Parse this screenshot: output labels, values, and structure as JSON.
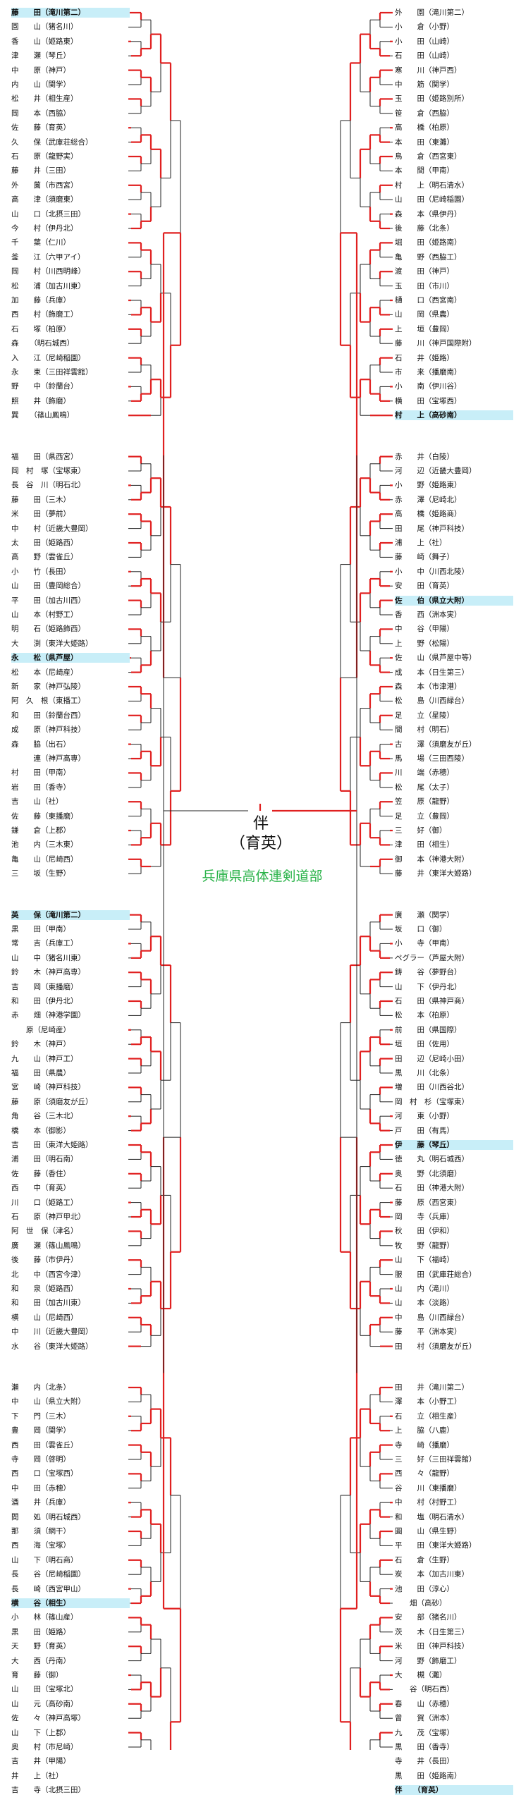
{
  "colors": {
    "win": "#e02020",
    "line": "#222222",
    "highlight": "#c8eef8",
    "org": "#2bb34a"
  },
  "champion": {
    "name": "伴",
    "school": "（育英）"
  },
  "organizer": "兵庫県高体連剣道部",
  "left_entries": [
    "藤　　田（滝川第二）",
    "園　　山（猪名川）",
    "香　　山（姫路東）",
    "津　　瀬（琴丘）",
    "中　　原（神戸）",
    "内　　山（関学）",
    "松　　井（相生産）",
    "岡　　本（西脇）",
    "佐　　藤（育英）",
    "久　　保（武庫荘総合）",
    "石　　原（龍野実）",
    "藤　　井（三田）",
    "外　　薗（市西宮）",
    "高　　津（須磨東）",
    "山　　口（北摂三田）",
    "今　　村（伊丹北）",
    "千　　葉（仁川）",
    "釜　　江（六甲アイ）",
    "岡　　村（川西明峰）",
    "松　　浦（加古川東）",
    "加　　藤（兵庫）",
    "西　　村（飾磨工）",
    "石　　塚（柏原）",
    "森　　（明石城西）",
    "入　　江（尼崎稲園）",
    "永　　束（三田祥雲館）",
    "野　　中（鈴蘭台）",
    "照　　井（飾磨）",
    "巽　　（篠山鳳鳴）",
    "福　　田（県西宮）",
    "岡　村　塚（宝塚東）",
    "長　谷　川（明石北）",
    "藤　　田（三木）",
    "米　　田（夢前）",
    "中　　村（近畿大豊岡）",
    "太　　田（姫路西）",
    "高　　野（雲雀丘）",
    "小　　竹（長田）",
    "山　　田（豊岡総合）",
    "平　　田（加古川西）",
    "山　　本（村野工）",
    "明　　石（姫路飾西）",
    "大　　渕（東洋大姫路）",
    "永　　松（県芦屋）",
    "松　　本（尼崎産）",
    "新　　家（神戸弘陵）",
    "阿　久　根（東播工）",
    "和　　田（鈴蘭台西）",
    "成　　原（神戸科技）",
    "森　　脇（出石）",
    "　　　連（神戸高専）",
    "村　　田（甲南）",
    "岩　　田（香寺）",
    "吉　　山（社）",
    "佐　　藤（東播磨）",
    "鎌　　倉（上郡）",
    "池　　内（三木東）",
    "亀　　山（尼崎西）",
    "三　　坂（生野）",
    "英　　保（滝川第二）",
    "黒　　田（甲南）",
    "常　　吉（兵庫工）",
    "山　　中（猪名川東）",
    "鈴　　木（神戸高専）",
    "吉　　岡（東播磨）",
    "和　　田（伊丹北）",
    "赤　　畑（神港学園）",
    "　　原（尼崎産）",
    "鈴　　木（神戸）",
    "九　　山（神戸工）",
    "福　　田（県農）",
    "宮　　崎（神戸科技）",
    "藤　　原（須磨友が丘）",
    "角　　谷（三木北）",
    "橋　　本（御影）",
    "吉　　田（東洋大姫路）",
    "浦　　田（明石南）",
    "佐　　藤（香住）",
    "西　　中（育英）",
    "川　　口（姫路工）",
    "石　　原（神戸甲北）",
    "阿　世　保（津名）",
    "廣　　瀬（篠山鳳鳴）",
    "後　　藤（市伊丹）",
    "北　　中（西宮今津）",
    "和　　泉（姫路西）",
    "和　　田（加古川東）",
    "横　　山（尼崎西）",
    "中　　川（近畿大豊岡）",
    "水　　谷（東洋大姫路）",
    "瀬　　内（北条）",
    "中　　山（県立大附）",
    "下　　門（三木）",
    "豊　　岡（関学）",
    "西　　田（雲雀丘）",
    "寺　　岡（啓明）",
    "西　　口（宝塚西）",
    "中　　田（赤穂）",
    "酒　　井（兵庫）",
    "間　　処（明石城西）",
    "那　　須（網干）",
    "西　　海（宝塚）",
    "山　　下（明石商）",
    "長　　谷（尼崎稲園）",
    "長　　崎（西宮甲山）",
    "横　　谷（相生）",
    "小　　林（篠山産）",
    "黒　　田（姫路）",
    "天　　野（育英）",
    "大　　西（丹南）",
    "育　　藤（御）",
    "山　　田（宝塚北）",
    "山　　元（高砂南）",
    "佐　　々（神戸高塚）",
    "山　　下（上郡）",
    "奥　　村（市尼崎）",
    "吉　　井（甲陽）",
    "井　　上（社）",
    "吉　　寺（北摂三田）"
  ],
  "right_entries": [
    "外　　園（滝川第二）",
    "小　　倉（小野）",
    "小　　田（山崎）",
    "石　　田（山崎）",
    "寒　　川（神戸西）",
    "中　　筋（関学）",
    "玉　　田（姫路別所）",
    "笹　　倉（西脇）",
    "高　　橋（柏原）",
    "本　　田（東灘）",
    "鳥　　倉（西宮東）",
    "本　　間（甲南）",
    "村　　上（明石清水）",
    "山　　田（尼崎稲園）",
    "森　　本（県伊丹）",
    "後　　藤（北条）",
    "堀　　田（姫路南）",
    "亀　　野（西脇工）",
    "渡　　田（神戸）",
    "玉　　田（市川）",
    "樋　　口（西宮南）",
    "山　　岡（県農）",
    "上　　垣（豊岡）",
    "藤　　川（神戸国際附）",
    "石　　井（姫路）",
    "市　　来（播磨南）",
    "小　　南（伊川谷）",
    "横　　田（宝塚西）",
    "村　　上（高砂南）",
    "赤　　井（白陵）",
    "河　　辺（近畿大豊岡）",
    "小　　野（姫路東）",
    "赤　　澤（尼崎北）",
    "高　　橋（姫路商）",
    "田　　尾（神戸科技）",
    "浦　　上（社）",
    "藤　　崎（舞子）",
    "小　　中（川西北陵）",
    "安　　田（育英）",
    "佐　　伯（県立大附）",
    "香　　西（洲本実）",
    "中　　谷（甲陽）",
    "上　　野（松陽）",
    "佐　　山（県芦屋中等）",
    "成　　本（日生第三）",
    "森　　本（市津港）",
    "松　　島（川西緑台）",
    "足　　立（星陵）",
    "間　　村（明石）",
    "古　　澤（須磨友が丘）",
    "馬　　場（三田西陵）",
    "川　　端（赤穂）",
    "松　　尾（太子）",
    "笠　　原（龍野）",
    "足　　立（豊岡）",
    "三　　好（御）",
    "津　　田（相生）",
    "御　　本（神港大附）",
    "藤　　井（東洋大姫路）",
    "廣　　瀬（関学）",
    "坂　　口（御）",
    "小　　寺（甲南）",
    "ペグラー（芦屋大附）",
    "鋳　　谷（夢野台）",
    "山　　下（伊丹北）",
    "石　　田（県神戸商）",
    "松　　本（柏原）",
    "前　　田（県国際）",
    "垣　　田（佐用）",
    "田　　辺（尼崎小田）",
    "黒　　川（北条）",
    "増　　田（川西谷北）",
    "岡　村　杉（宝塚東）",
    "河　　東（小野）",
    "戸　　田（有馬）",
    "伊　　藤（琴丘）",
    "徳　　丸（明石城西）",
    "奥　　野（北須磨）",
    "石　　田（神港大附）",
    "藤　　原（西宮東）",
    "岡　　寺（兵庫）",
    "秋　　田（伊和）",
    "牧　　野（龍野）",
    "山　　下（福崎）",
    "服　　田（武庫荘総合）",
    "山　　内（滝川）",
    "山　　本（淡路）",
    "中　　島（川西緑台）",
    "藤　　平（洲本実）",
    "田　　村（須磨友が丘）",
    "田　　井（滝川第二）",
    "澤　　本（小野工）",
    "石　　立（相生産）",
    "上　　脇（八鹿）",
    "寺　　崎（播磨）",
    "三　　好（三田祥雲館）",
    "西　　々（龍野）",
    "谷　　川（東播磨）",
    "中　　村（村野工）",
    "和　　塩（明石清水）",
    "圓　　山（県生野）",
    "平　　田（東洋大姫路）",
    "石　　倉（生野）",
    "炭　　本（加古川東）",
    "池　　田（淳心）",
    "　　畑（高砂）",
    "安　　部（猪名川）",
    "茨　　木（日生第三）",
    "米　　田（神戸科技）",
    "河　　野（飾磨工）",
    "大　　槻（灘）",
    "　　谷（明石西）",
    "春　　山（赤穂）",
    "曾　　賀（洲本）",
    "九　　茂（宝塚）",
    "黒　　田（香寺）",
    "寺　　井（長田）",
    "黒　　田（姫路南）",
    "伴　　（育英）"
  ],
  "left_highlight": [
    0,
    43,
    59,
    105
  ],
  "right_highlight": [
    28,
    39,
    75,
    118
  ]
}
